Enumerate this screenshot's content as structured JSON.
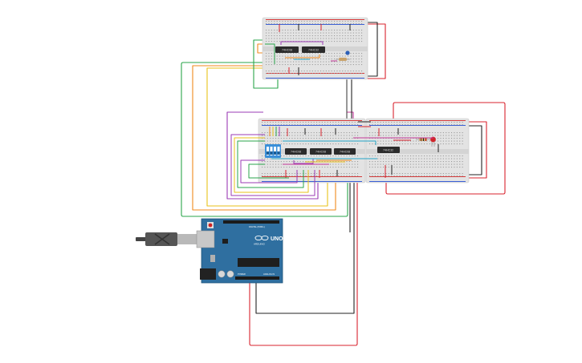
{
  "circuit": {
    "chip_labels": {
      "top_left": "74HC08",
      "top_right": "74HC32",
      "mid_1": "74HC08",
      "mid_2": "74HC08",
      "mid_3": "74HC08",
      "right": "74HC32"
    },
    "arduino": {
      "logo": "UNO",
      "brand": "ARDUINO",
      "digital_label": "DIGITAL (PWM~)",
      "power_label": "POWER",
      "analog_label": "ANALOG IN"
    },
    "colors": {
      "background": "#ffffff",
      "breadboard": "#e3e3e3",
      "rail_red": "#d63a3a",
      "rail_blue": "#3a5fd6",
      "chip": "#2b2b2b",
      "arduino_board": "#2f6fa0",
      "wire_red": "#d9232e",
      "wire_black": "#222222",
      "wire_green": "#2aa64b",
      "wire_orange": "#f08a1c",
      "wire_yellow": "#e8c21a",
      "wire_purple": "#9b3bb5",
      "wire_magenta": "#c43a9a",
      "wire_cyan": "#25a6c7",
      "dip_switch": "#3a8fd9",
      "led": "#d0242a",
      "usb_cable": "#444444"
    }
  }
}
